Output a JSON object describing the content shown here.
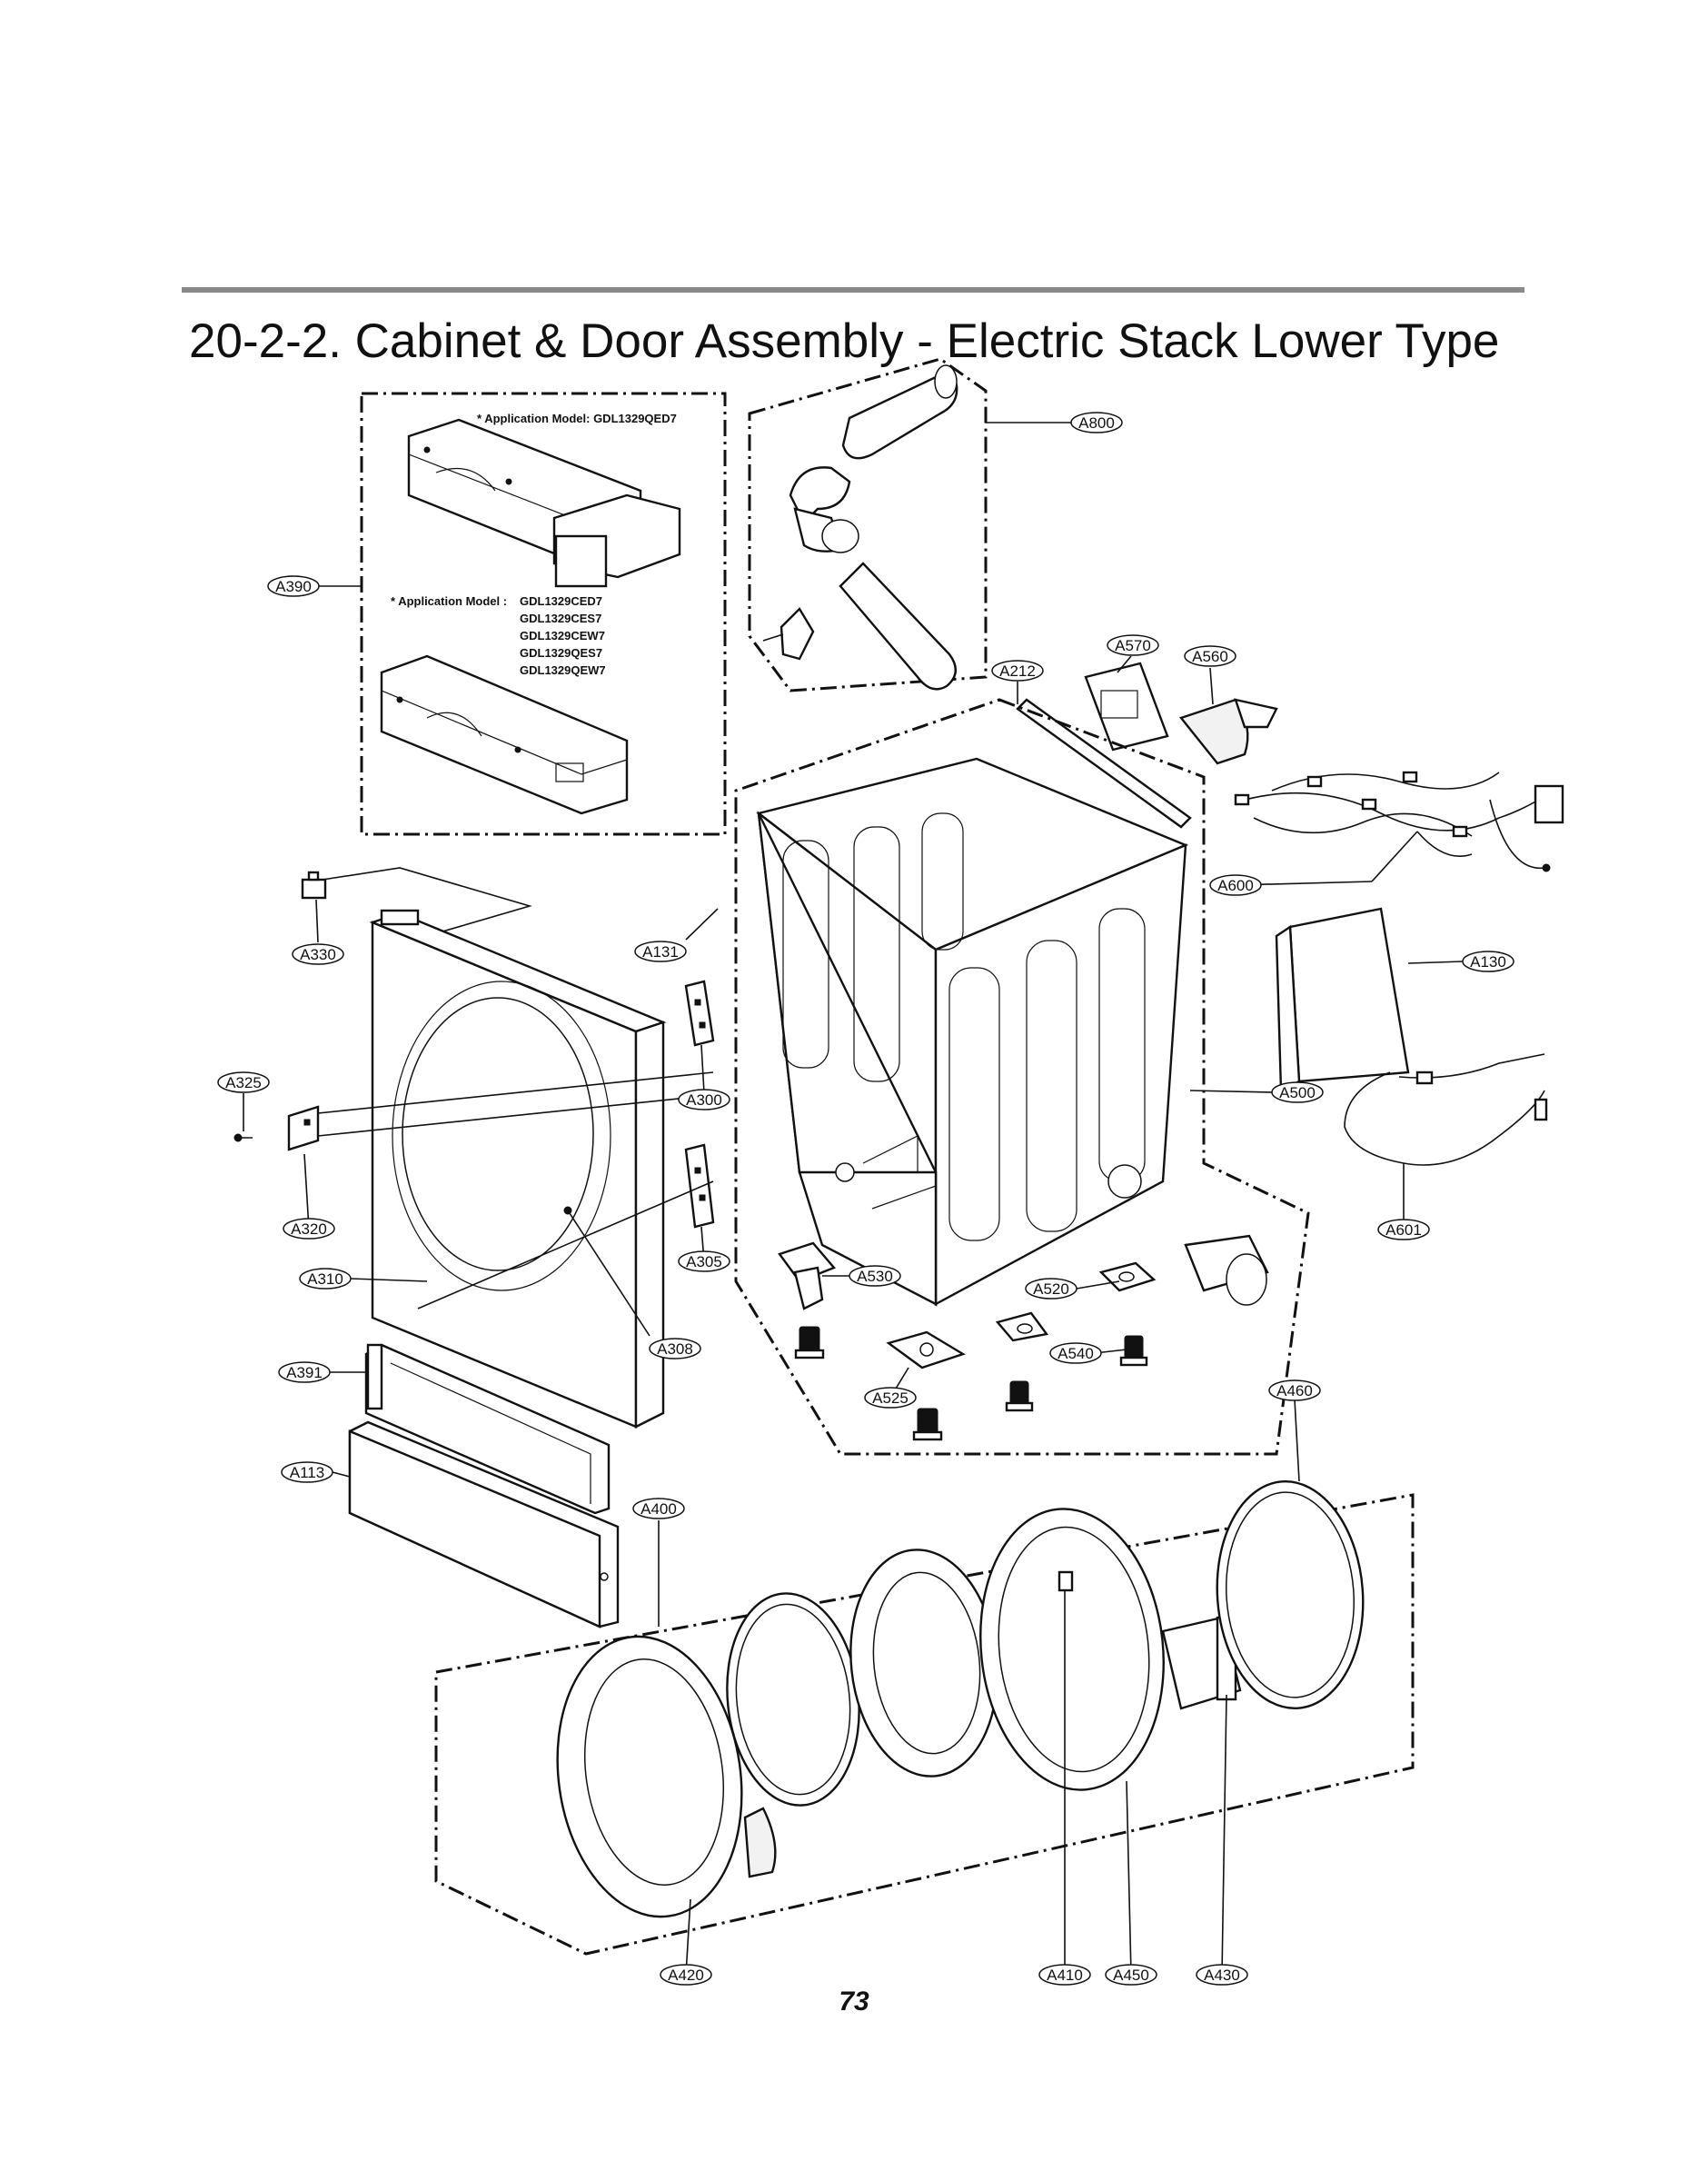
{
  "header": {
    "title": "20-2-2. Cabinet & Door Assembly - Electric Stack Lower Type"
  },
  "notes": {
    "a390_variant_1": "* Application Model: GDL1329QED7",
    "a390_variant_2_label": "* Application Model :",
    "a390_variant_2_models": [
      "GDL1329CED7",
      "GDL1329CES7",
      "GDL1329CEW7",
      "GDL1329QES7",
      "GDL1329QEW7"
    ]
  },
  "callouts": [
    "A390",
    "A800",
    "A570",
    "A560",
    "A212",
    "A600",
    "A330",
    "A131",
    "A130",
    "A325",
    "A300",
    "A500",
    "A320",
    "A305",
    "A530",
    "A520",
    "A601",
    "A310",
    "A308",
    "A540",
    "A391",
    "A525",
    "A460",
    "A113",
    "A400",
    "A420",
    "A410",
    "A450",
    "A430"
  ],
  "footer": {
    "page_number": "73"
  }
}
